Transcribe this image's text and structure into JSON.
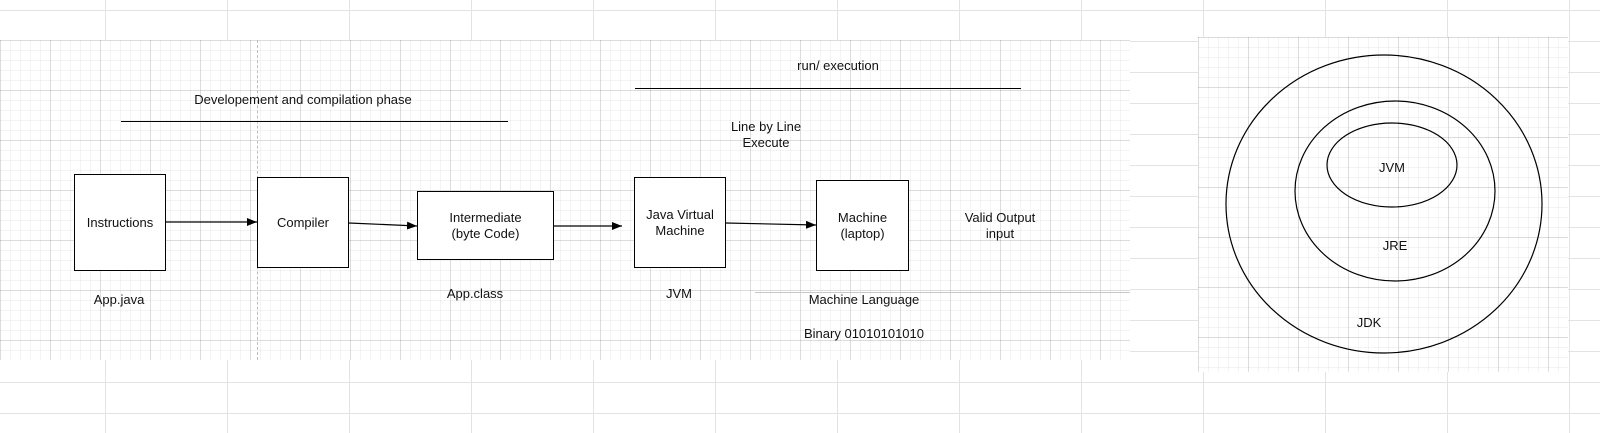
{
  "phases": {
    "development": "Developement and compilation phase",
    "execution": "run/ execution"
  },
  "nodes": {
    "instructions": "Instructions",
    "compiler": "Compiler",
    "intermediate_line1": "Intermediate",
    "intermediate_line2": "(byte Code)",
    "jvm_line1": "Java Virtual",
    "jvm_line2": "Machine",
    "machine_line1": "Machine",
    "machine_line2": "(laptop)"
  },
  "captions": {
    "app_java": "App.java",
    "app_class": "App.class",
    "jvm": "JVM",
    "machine_language": "Machine Language",
    "binary": "Binary 01010101010",
    "line_by_line_1": "Line by Line",
    "line_by_line_2": "Execute",
    "valid_output_1": "Valid Output",
    "valid_output_2": "input"
  },
  "nested": {
    "jdk": "JDK",
    "jre": "JRE",
    "jvm": "JVM"
  },
  "colors": {
    "stroke": "#000000",
    "grid": "#e3e3e3"
  }
}
